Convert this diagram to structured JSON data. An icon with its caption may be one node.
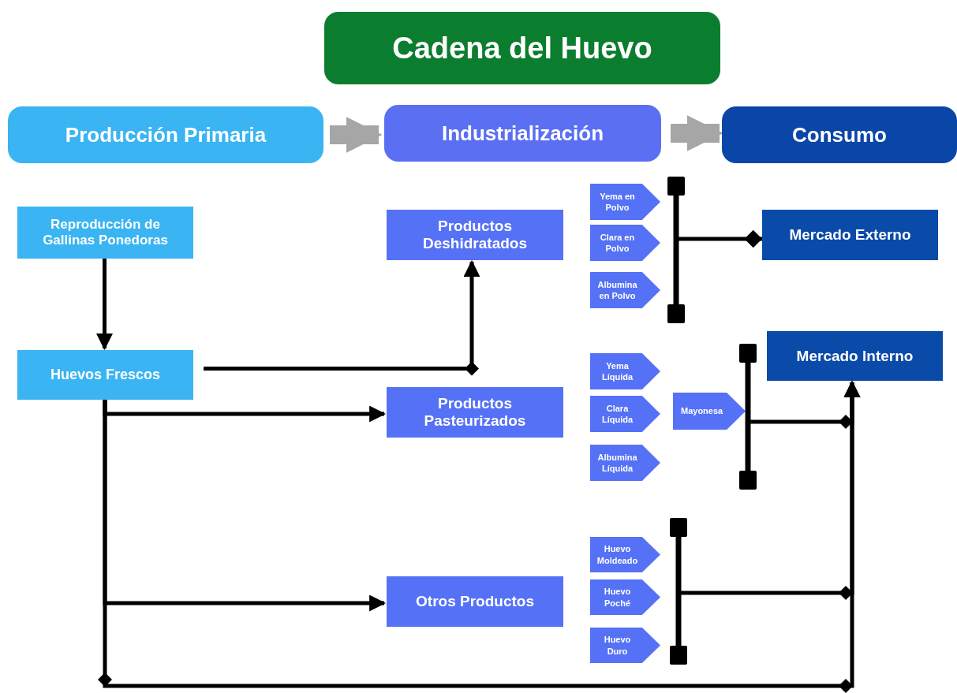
{
  "diagram": {
    "title": "Cadena del Huevo",
    "nodes": [
      {
        "text": [
          "Producción Primaria"
        ]
      },
      {
        "text": [
          "Industrialización"
        ]
      },
      {
        "text": [
          "Consumo"
        ]
      },
      {
        "text": [
          "Reproducción de Gallinas Ponedoras"
        ]
      },
      {
        "text": [
          "Huevos Frescos"
        ]
      },
      {
        "text": [
          "Productos Deshidratados"
        ]
      },
      {
        "text": [
          "Productos Pasteurizados"
        ]
      },
      {
        "text": [
          "Otros Productos"
        ]
      },
      {
        "text": [
          "Yema en Polvo"
        ]
      },
      {
        "text": [
          "Clara en Polvo"
        ]
      },
      {
        "text": [
          "Albumina en Polvo"
        ]
      },
      {
        "text": [
          "Mercado Externo"
        ]
      },
      {
        "text": [
          "Yema Líquida"
        ]
      },
      {
        "text": [
          "Clara Líquida"
        ]
      },
      {
        "text": [
          "Albumina Líquida"
        ]
      },
      {
        "text": [
          "Mayonesa"
        ]
      },
      {
        "text": [
          "Mercado Interno"
        ]
      },
      {
        "text": [
          "Huevo Moldeado"
        ]
      },
      {
        "text": [
          "Huevo Poché"
        ]
      },
      {
        "text": [
          "Huevo Duro"
        ]
      },
      {
        "text": [],
        "shape": "bar"
      },
      {
        "text": [],
        "shape": "bar"
      },
      {
        "text": [],
        "shape": "bar"
      }
    ],
    "edges": [
      {
        "from": 0,
        "to": 1,
        "arrow": "to",
        "style": "thick",
        "color": "#a6a6a6"
      },
      {
        "from": 1,
        "to": 2,
        "arrow": "to",
        "style": "thick",
        "color": "#a6a6a6"
      },
      {
        "from": 3,
        "to": 4,
        "arrow": "to"
      },
      {
        "from": 4,
        "to": 5,
        "arrow": "to"
      },
      {
        "from": 4,
        "to": 6,
        "arrow": "to"
      },
      {
        "from": 4,
        "to": 7,
        "arrow": "to"
      },
      {
        "from": 4,
        "to": 16,
        "arrow": "to"
      },
      {
        "from": 20,
        "to": 11,
        "arrow": "other"
      },
      {
        "from": 21,
        "to": 16,
        "arrow": "to"
      },
      {
        "from": 22,
        "to": 16,
        "arrow": "to"
      }
    ]
  }
}
